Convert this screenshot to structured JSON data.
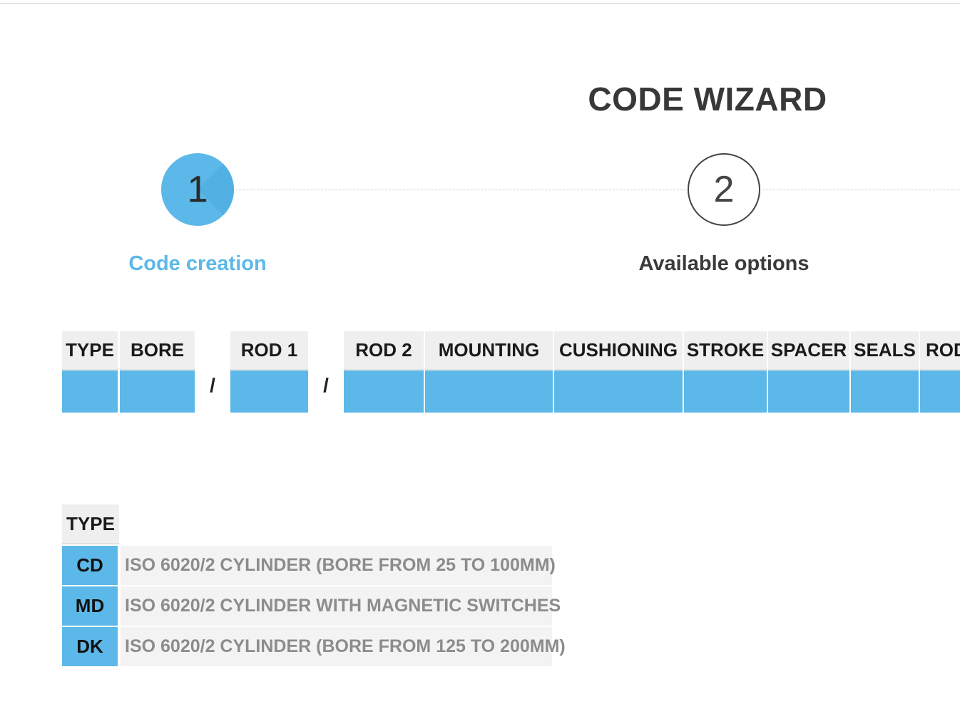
{
  "wizard": {
    "title": "CODE WIZARD",
    "steps": [
      {
        "number": "1",
        "label": "Code creation",
        "active": true
      },
      {
        "number": "2",
        "label": "Available options",
        "active": false
      }
    ]
  },
  "code_table": {
    "columns": [
      "TYPE",
      "BORE",
      "ROD 1",
      "ROD 2",
      "MOUNTING",
      "CUSHIONING",
      "STROKE",
      "SPACER",
      "SEALS",
      "ROD"
    ],
    "separators": [
      "/",
      "/"
    ],
    "values": [
      "",
      "",
      "",
      "",
      "",
      "",
      "",
      "",
      "",
      ""
    ]
  },
  "type_options": {
    "header": "TYPE",
    "rows": [
      {
        "code": "CD",
        "description": "ISO 6020/2 CYLINDER (BORE FROM 25 TO 100MM)"
      },
      {
        "code": "MD",
        "description": "ISO 6020/2 CYLINDER WITH MAGNETIC SWITCHES"
      },
      {
        "code": "DK",
        "description": "ISO 6020/2 CYLINDER (BORE FROM 125 TO 200MM)"
      }
    ]
  },
  "colors": {
    "accent": "#5cb8e8",
    "header_bg": "#efefef",
    "text_dark": "#383838",
    "text_muted": "#8c8c8c"
  }
}
